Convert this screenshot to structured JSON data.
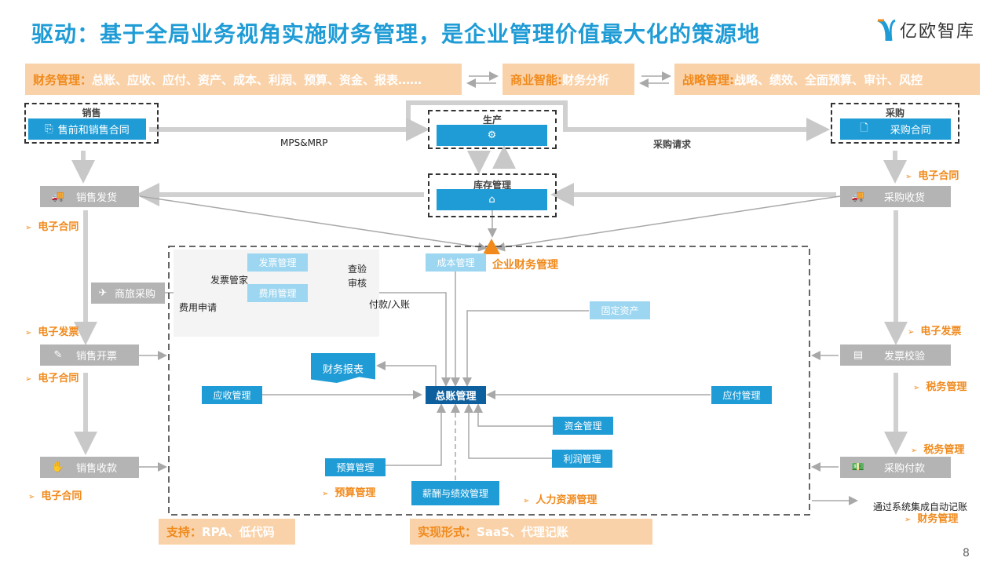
{
  "header": {
    "title": "驱动：基于全局业务视角实施财务管理，是企业管理价值最大化的策源地",
    "logo_text": "亿欧智库"
  },
  "top_bands": [
    {
      "label": "财务管理：",
      "text": "总账、应收、应付、资产、成本、利润、预算、资金、报表……"
    },
    {
      "label": "商业智能:",
      "text": "财务分析"
    },
    {
      "label": "战略管理:",
      "text": "战略、绩效、全面预算、审计、风控"
    }
  ],
  "sales": {
    "caption": "销售",
    "contract": "售前和销售合同",
    "delivery": "销售发货",
    "invoicing": "销售开票",
    "collection": "销售收款",
    "notes": [
      "电子合同",
      "电子发票",
      "电子合同",
      "电子合同"
    ]
  },
  "production": {
    "caption": "生产",
    "inventory_caption": "库存管理",
    "mps_label": "MPS&MRP",
    "purchase_request_label": "采购请求"
  },
  "purchase": {
    "caption": "采购",
    "contract": "采购合同",
    "receiving": "采购收货",
    "invoice_check": "发票校验",
    "payment": "采购付款",
    "notes": [
      "电子合同",
      "电子发票",
      "税务管理",
      "税务管理"
    ]
  },
  "enterprise": {
    "title": "企业财务管理",
    "travel": "商旅采购",
    "invoice_mgmt": "发票管理",
    "expense_mgmt": "费用管理",
    "invoice_butler": "发票管家",
    "expense_request": "费用申请",
    "check_1": "查验",
    "check_2": "审核",
    "pay_entry": "付款/入账",
    "cost_mgmt": "成本管理",
    "fixed_assets": "固定资产",
    "fin_report": "财务报表",
    "receivable": "应收管理",
    "general_ledger": "总账管理",
    "payable": "应付管理",
    "fund_mgmt": "资金管理",
    "profit_mgmt": "利润管理",
    "budget_mgmt": "预算管理",
    "payroll": "薪酬与绩效管理",
    "budget_note": "预算管理",
    "hr_note": "人力资源管理"
  },
  "auto_posting": {
    "text": "通过系统集成自动记账",
    "note": "财务管理"
  },
  "bottom_bands": [
    {
      "label": "支持：",
      "text": "RPA、低代码"
    },
    {
      "label": "实现形式：",
      "text": "SaaS、代理记账"
    }
  ],
  "page_number": "8"
}
